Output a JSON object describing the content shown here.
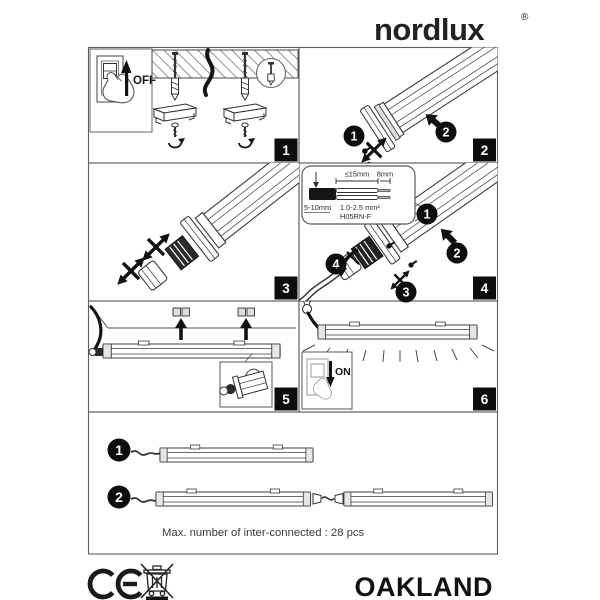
{
  "brand": {
    "name": "nordlux",
    "registered": "®"
  },
  "product_name": "OAKLAND",
  "colors": {
    "ink": "#3d3d3d",
    "black": "#0d0d0d",
    "panel_border": "#5f5f5f",
    "background": "#ffffff"
  },
  "panels": {
    "step1": {
      "badge": "1",
      "switch_label": "OFF"
    },
    "step2": {
      "badge": "2",
      "substep1": "1",
      "substep2": "2"
    },
    "step3": {
      "badge": "3"
    },
    "step4": {
      "badge": "4",
      "substep1": "1",
      "substep2": "2",
      "substep3": "3",
      "substep4": "4",
      "callout": {
        "wire_length": "≤15mm",
        "strip_length": "8mm",
        "cable_diameter": "5-10mm",
        "conductor_size": "1.0-2.5 mm²",
        "cable_type": "H05RN-F"
      }
    },
    "step5": {
      "badge": "5"
    },
    "step6": {
      "badge": "6",
      "switch_label": "ON"
    },
    "interconnect": {
      "variant1": "1",
      "variant2": "2",
      "note": "Max. number of inter-connected :  28 pcs"
    }
  },
  "footer": {
    "icons": [
      "ce-marking",
      "weee-crossed-out-bin"
    ]
  }
}
